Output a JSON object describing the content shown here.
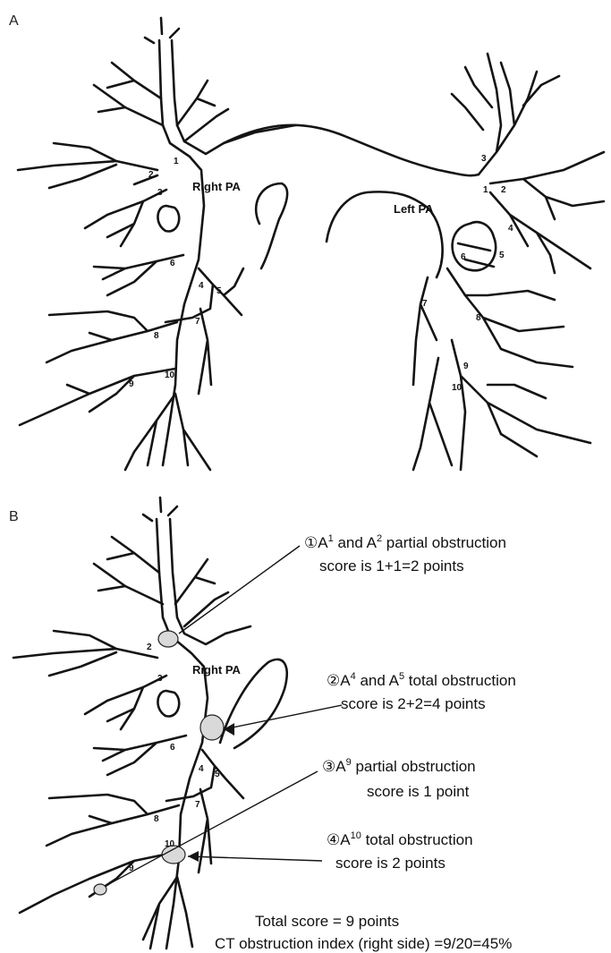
{
  "panels": {
    "a": {
      "letter": "A",
      "right_label": "Right PA",
      "left_label": "Left PA",
      "right_segments": [
        "1",
        "2",
        "3",
        "4",
        "5",
        "6",
        "7",
        "8",
        "9",
        "10"
      ],
      "left_segments": [
        "1",
        "2",
        "3",
        "4",
        "5",
        "6",
        "7",
        "8",
        "9",
        "10"
      ]
    },
    "b": {
      "letter": "B",
      "right_label": "Right PA",
      "segments": [
        "2",
        "3",
        "4",
        "5",
        "6",
        "7",
        "8",
        "9",
        "10"
      ]
    }
  },
  "annotations": [
    {
      "marker": "①",
      "line1": [
        "A",
        "1",
        " and A",
        "2",
        " partial obstruction"
      ],
      "line2": "score is 1+1=2 points"
    },
    {
      "marker": "②",
      "line1": [
        "A",
        "4",
        " and A",
        "5",
        " total obstruction"
      ],
      "line2": "score is 2+2=4 points"
    },
    {
      "marker": "③",
      "line1": [
        "A",
        "9",
        " partial obstruction"
      ],
      "line2": "score is 1 point"
    },
    {
      "marker": "④",
      "line1": [
        "A",
        "10",
        " total obstruction"
      ],
      "line2": "score is 2 points"
    }
  ],
  "total_score": "Total score = 9 points",
  "ct_index": "CT obstruction index (right side) =9/20=45%"
}
